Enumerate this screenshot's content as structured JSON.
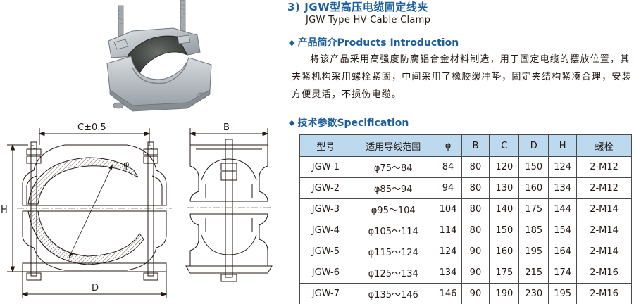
{
  "heading": {
    "number": "3)",
    "title_cn": "JGW型高压电缆固定线夹",
    "title_en": "JGW Type HV Cable Clamp"
  },
  "intro": {
    "title": "产品简介Products Introduction",
    "text": "将该产品采用高强度防腐铝合金材料制造，用于固定电缆的摆放位置，其夹紧机构采用螺栓紧固，中间采用了橡胶缓冲垫，固定夹结构紧凑合理，安装方便灵活，不损伤电缆。"
  },
  "spec": {
    "title": "技术参数Specification",
    "headers": [
      "型号",
      "适用导线范围",
      "φ",
      "B",
      "C",
      "D",
      "H",
      "螺栓"
    ],
    "rows": [
      [
        "JGW-1",
        "φ75～84",
        "84",
        "80",
        "120",
        "150",
        "124",
        "2-M12"
      ],
      [
        "JGW-2",
        "φ85～94",
        "94",
        "80",
        "130",
        "160",
        "134",
        "2-M12"
      ],
      [
        "JGW-3",
        "φ95～104",
        "104",
        "80",
        "140",
        "175",
        "144",
        "2-M14"
      ],
      [
        "JGW-4",
        "φ105～114",
        "114",
        "80",
        "150",
        "185",
        "154",
        "2-M14"
      ],
      [
        "JGW-5",
        "φ115～124",
        "124",
        "90",
        "160",
        "195",
        "164",
        "2-M14"
      ],
      [
        "JGW-6",
        "φ125～134",
        "134",
        "90",
        "175",
        "215",
        "174",
        "2-M16"
      ],
      [
        "JGW-7",
        "φ135～146",
        "146",
        "90",
        "190",
        "230",
        "195",
        "2-M16"
      ]
    ]
  },
  "drawing": {
    "label_c": "C±0.5",
    "label_h": "H",
    "label_d": "D",
    "label_phi": "φ",
    "label_b": "B"
  },
  "colors": {
    "heading_blue": "#1d5f9e",
    "table_header_bg": "#bcd9ee",
    "line": "#4a4a4a"
  },
  "icons": [
    "diamond-bullet-icon"
  ]
}
